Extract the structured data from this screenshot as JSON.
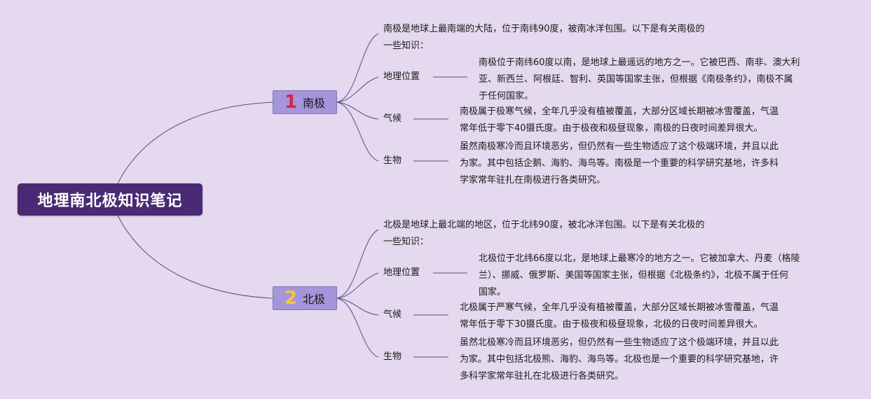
{
  "root": {
    "title": "地理南北极知识笔记"
  },
  "colors": {
    "background": "#e4d9ee",
    "root": "#4a2a74",
    "branch": "#a595db",
    "line": "#5b4a86",
    "num1": "#d8244b",
    "num2": "#f2c73a"
  },
  "branches": [
    {
      "num": "1",
      "label": "南极",
      "intro": [
        "南极是地球上最南端的大陆，位于南纬90度，被南冰洋包围。以下是有关南极的",
        "一些知识："
      ],
      "topics": [
        {
          "label": "地理位置",
          "lines": [
            "南极位于南纬60度以南，是地球上最遥远的地方之一。它被巴西、南非、澳大利",
            "亚、新西兰、阿根廷、智利、英国等国家主张，但根据《南极条约》，南极不属",
            "于任何国家。"
          ]
        },
        {
          "label": "气候",
          "lines": [
            "南极属于极寒气候，全年几乎没有植被覆盖，大部分区域长期被冰雪覆盖，气温",
            "常年低于零下40摄氏度。由于极夜和极昼现象，南极的日夜时间差异很大。"
          ]
        },
        {
          "label": "生物",
          "lines": [
            "虽然南极寒冷而且环境恶劣，但仍然有一些生物适应了这个极端环境，并且以此",
            "为家。其中包括企鹅、海豹、海鸟等。南极是一个重要的科学研究基地，许多科",
            "学家常年驻扎在南极进行各类研究。"
          ]
        }
      ]
    },
    {
      "num": "2",
      "label": "北极",
      "intro": [
        "北极是地球上最北端的地区，位于北纬90度，被北冰洋包围。以下是有关北极的",
        "一些知识："
      ],
      "topics": [
        {
          "label": "地理位置",
          "lines": [
            "北极位于北纬66度以北，是地球上最寒冷的地方之一。它被加拿大、丹麦（格陵",
            "兰）、挪威、俄罗斯、美国等国家主张，但根据《北极条约》，北极不属于任何",
            "国家。"
          ]
        },
        {
          "label": "气候",
          "lines": [
            "北极属于严寒气候，全年几乎没有植被覆盖，大部分区域长期被冰雪覆盖，气温",
            "常年低于零下30摄氏度。由于极夜和极昼现象，北极的日夜时间差异很大。"
          ]
        },
        {
          "label": "生物",
          "lines": [
            "虽然北极寒冷而且环境恶劣，但仍然有一些生物适应了这个极端环境，并且以此",
            "为家。其中包括北极熊、海豹、海鸟等。北极也是一个重要的科学研究基地，许",
            "多科学家常年驻扎在北极进行各类研究。"
          ]
        }
      ]
    }
  ]
}
